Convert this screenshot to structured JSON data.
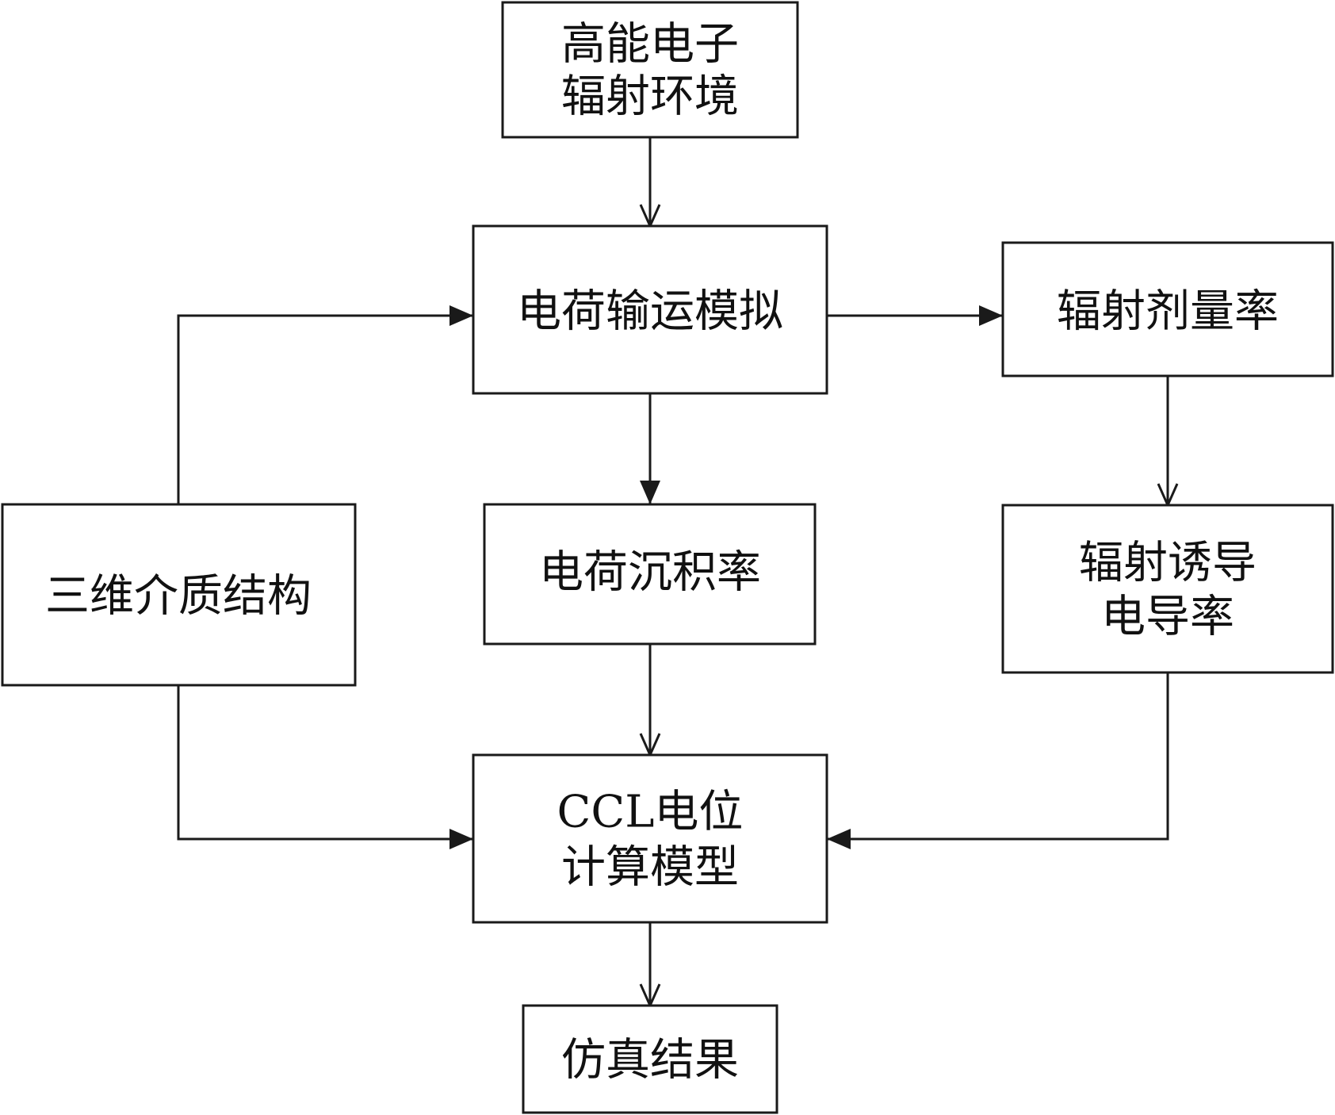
{
  "nodes": {
    "env": {
      "lines": [
        "高能电子",
        "辐射环境"
      ]
    },
    "transport": {
      "lines": [
        "电荷输运模拟"
      ]
    },
    "dose": {
      "lines": [
        "辐射剂量率"
      ]
    },
    "structure": {
      "lines": [
        "三维介质结构"
      ]
    },
    "deposition": {
      "lines": [
        "电荷沉积率"
      ]
    },
    "ric": {
      "lines": [
        "辐射诱导",
        "电导率"
      ]
    },
    "ccl": {
      "lines": [
        "CCL电位",
        "计算模型"
      ]
    },
    "result": {
      "lines": [
        "仿真结果"
      ]
    }
  },
  "edges": [
    {
      "from": "env",
      "to": "transport",
      "head": "open"
    },
    {
      "from": "transport",
      "to": "dose",
      "head": "filled"
    },
    {
      "from": "transport",
      "to": "deposition",
      "head": "filled"
    },
    {
      "from": "dose",
      "to": "ric",
      "head": "open"
    },
    {
      "from": "structure",
      "to": "transport",
      "head": "filled"
    },
    {
      "from": "structure",
      "to": "ccl",
      "head": "filled"
    },
    {
      "from": "deposition",
      "to": "ccl",
      "head": "open"
    },
    {
      "from": "ric",
      "to": "ccl",
      "head": "filled"
    },
    {
      "from": "ccl",
      "to": "result",
      "head": "open"
    }
  ],
  "colors": {
    "stroke": "#1a1a1a",
    "text": "#111111",
    "background": "#ffffff"
  }
}
